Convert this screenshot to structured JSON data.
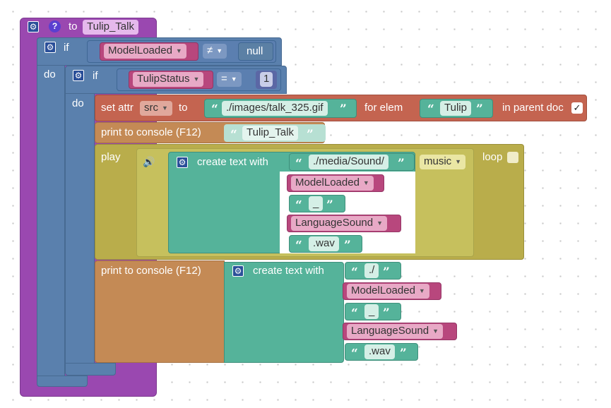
{
  "procedure": {
    "keyword": "to",
    "name": "Tulip_Talk",
    "color": "#9a48b0"
  },
  "if_outer": {
    "if_label": "if",
    "do_label": "do",
    "left_var": "ModelLoaded",
    "operator": "≠",
    "right_value": "null"
  },
  "if_inner": {
    "if_label": "if",
    "do_label": "do",
    "left_var": "TulipStatus",
    "operator": "=",
    "right_value": "1"
  },
  "set_attr": {
    "label": "set attr",
    "attr": "src",
    "to_label": "to",
    "value": "./images/talk_325.gif",
    "for_elem_label": "for elem",
    "elem": "Tulip",
    "parent_doc_label": "in parent doc",
    "parent_doc_checked": "✓"
  },
  "print1": {
    "label": "print to console (F12)",
    "value": "Tulip_Talk"
  },
  "play": {
    "label": "play",
    "create_text_label": "create text with",
    "parts": {
      "p1": "./media/Sound/",
      "p2": "ModelLoaded",
      "p3": "_",
      "p4": "LanguageSound",
      "p5": ".wav"
    },
    "channel": "music",
    "loop_label": "loop"
  },
  "print2": {
    "label": "print to console (F12)",
    "create_text_label": "create text with",
    "parts": {
      "p1": "./",
      "p2": "ModelLoaded",
      "p3": "_",
      "p4": "LanguageSound",
      "p5": ".wav"
    }
  },
  "icons": {
    "gear": "gear-icon",
    "help": "help-icon",
    "speaker": "speaker-icon",
    "quote_open": "“",
    "quote_close": "”",
    "dropdown": "▼"
  }
}
